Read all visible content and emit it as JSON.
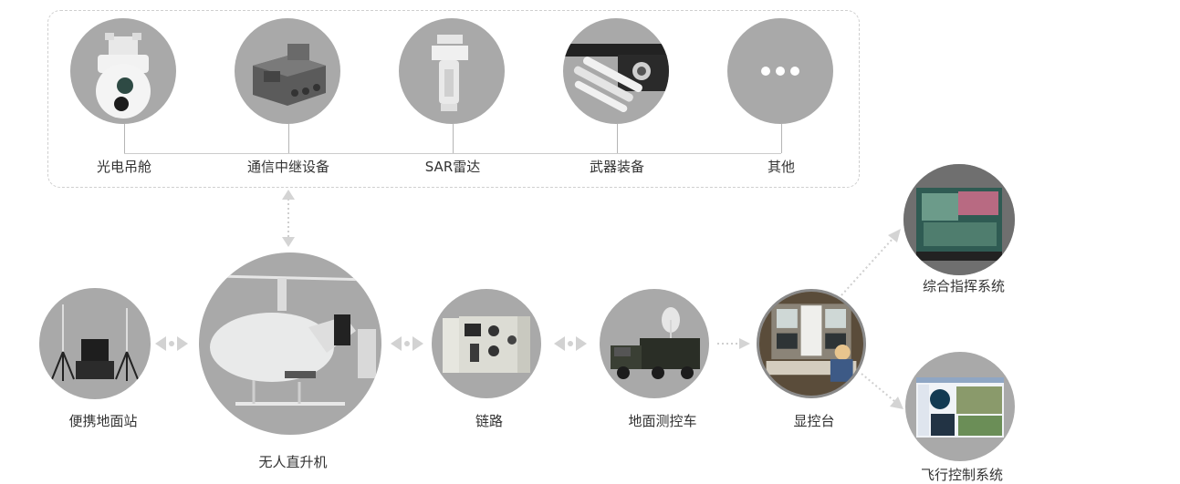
{
  "payloads": [
    {
      "id": "eo-pod",
      "label": "光电吊舱"
    },
    {
      "id": "comm-relay",
      "label": "通信中继设备"
    },
    {
      "id": "sar-radar",
      "label": "SAR雷达"
    },
    {
      "id": "weapons",
      "label": "武器装备"
    },
    {
      "id": "other",
      "label": "其他"
    }
  ],
  "nodes": {
    "portable_station": {
      "label": "便携地面站"
    },
    "helicopter": {
      "label": "无人直升机"
    },
    "datalink": {
      "label": "链路"
    },
    "ground_vehicle": {
      "label": "地面测控车"
    },
    "console": {
      "label": "显控台"
    },
    "command_system": {
      "label": "综合指挥系统"
    },
    "flight_control": {
      "label": "飞行控制系统"
    }
  },
  "colors": {
    "circle_bg": "#a9a9a9",
    "connector": "#cccccc",
    "text": "#333333"
  }
}
